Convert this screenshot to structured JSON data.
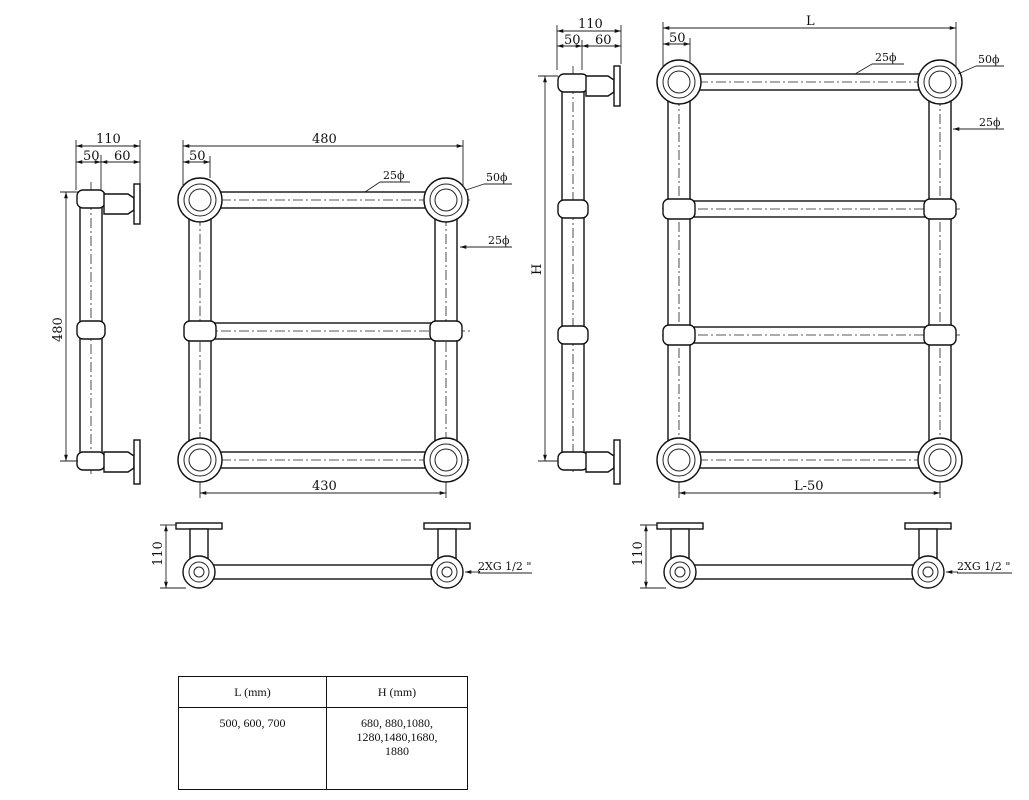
{
  "left_drawing": {
    "side_width": "110",
    "side_offset_a": "50",
    "side_offset_b": "60",
    "height": "480",
    "front_width": "480",
    "front_offset": "50",
    "pipe_diameter": "25",
    "flange_diameter": "50",
    "pipe_diameter_right": "25",
    "bottom_span": "430",
    "plan_depth": "110",
    "connection": "2XG 1/2 \""
  },
  "right_drawing": {
    "side_width": "110",
    "side_offset_a": "50",
    "side_offset_b": "60",
    "height": "H",
    "front_width": "L",
    "front_offset": "50",
    "pipe_diameter": "25",
    "flange_diameter": "50",
    "pipe_diameter_right": "25",
    "bottom_span": "L-50",
    "plan_depth": "110",
    "connection": "2XG 1/2 \""
  },
  "diameter_symbol": "ϕ",
  "table": {
    "header_l": "L (mm)",
    "header_h": "H (mm)",
    "value_l": "500, 600, 700",
    "value_h_line1": "680, 880,1080,",
    "value_h_line2": "1280,1480,1680,",
    "value_h_line3": "1880"
  }
}
